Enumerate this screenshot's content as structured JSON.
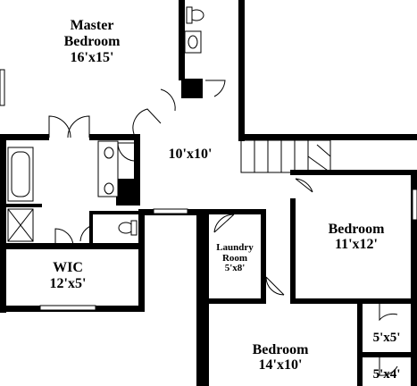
{
  "rooms": {
    "master_bedroom": {
      "name_line1": "Master",
      "name_line2": "Bedroom",
      "size": "16'x15'"
    },
    "hall": {
      "size": "10'x10'"
    },
    "bedroom_right": {
      "name": "Bedroom",
      "size": "11'x12'"
    },
    "laundry": {
      "name_line1": "Laundry",
      "name_line2": "Room",
      "size": "5'x8'"
    },
    "wic": {
      "name": "WIC",
      "size": "12'x5'"
    },
    "bedroom_bottom": {
      "name": "Bedroom",
      "size": "14'x10'"
    },
    "closet_a": {
      "size": "5'x5'"
    },
    "closet_b": {
      "size": "5'x4'"
    }
  },
  "colors": {
    "wall": "#000000",
    "background": "#ffffff"
  }
}
